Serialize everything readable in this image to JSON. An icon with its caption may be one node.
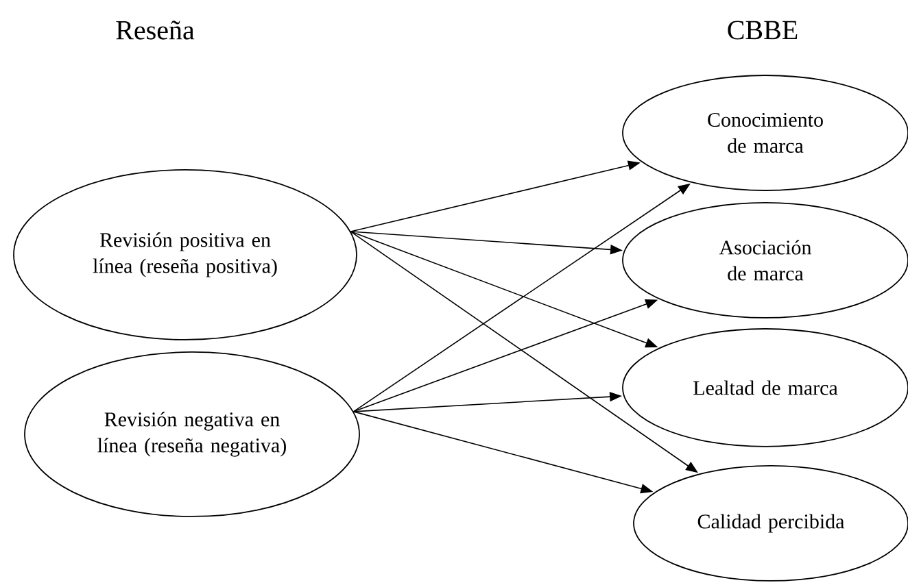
{
  "diagram": {
    "nodes": [
      {
        "text": [
          "Revisión positiva en línea (reseña positiva)"
        ]
      },
      {
        "text": [
          "Revisión negativa en línea (reseña negativa)"
        ]
      },
      {
        "text": [
          "Conocimiento de marca"
        ]
      },
      {
        "text": [
          "Asociación de marca"
        ]
      },
      {
        "text": [
          "Lealtad de marca"
        ]
      },
      {
        "text": [
          "Calidad percibida"
        ]
      }
    ],
    "edges": [
      {
        "from": 0,
        "to": 2,
        "arrow": "to"
      },
      {
        "from": 0,
        "to": 3,
        "arrow": "to"
      },
      {
        "from": 0,
        "to": 4,
        "arrow": "to"
      },
      {
        "from": 0,
        "to": 5,
        "arrow": "to"
      },
      {
        "from": 1,
        "to": 2,
        "arrow": "to"
      },
      {
        "from": 1,
        "to": 3,
        "arrow": "to"
      },
      {
        "from": 1,
        "to": 4,
        "arrow": "to"
      },
      {
        "from": 1,
        "to": 5,
        "arrow": "to"
      }
    ],
    "labels": [
      "Reseña",
      "CBBE"
    ]
  }
}
